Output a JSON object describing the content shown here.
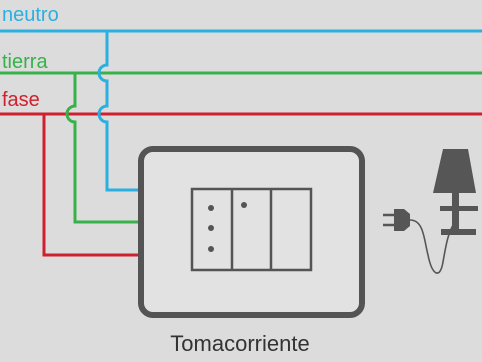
{
  "colors": {
    "background": "#dcdcdc",
    "neutral_wire": "#2ab0e0",
    "ground_wire": "#37b24a",
    "phase_wire": "#d0202e",
    "outlet_frame": "#545454",
    "outlet_face": "#e2e2e2",
    "lamp": "#565656"
  },
  "wires": {
    "neutral_label": "neutro",
    "ground_label": "tierra",
    "phase_label": "fase"
  },
  "outlet": {
    "label": "Tomacorriente"
  },
  "icons": {
    "plug": "power-plug-icon",
    "lamp": "table-lamp-icon"
  }
}
